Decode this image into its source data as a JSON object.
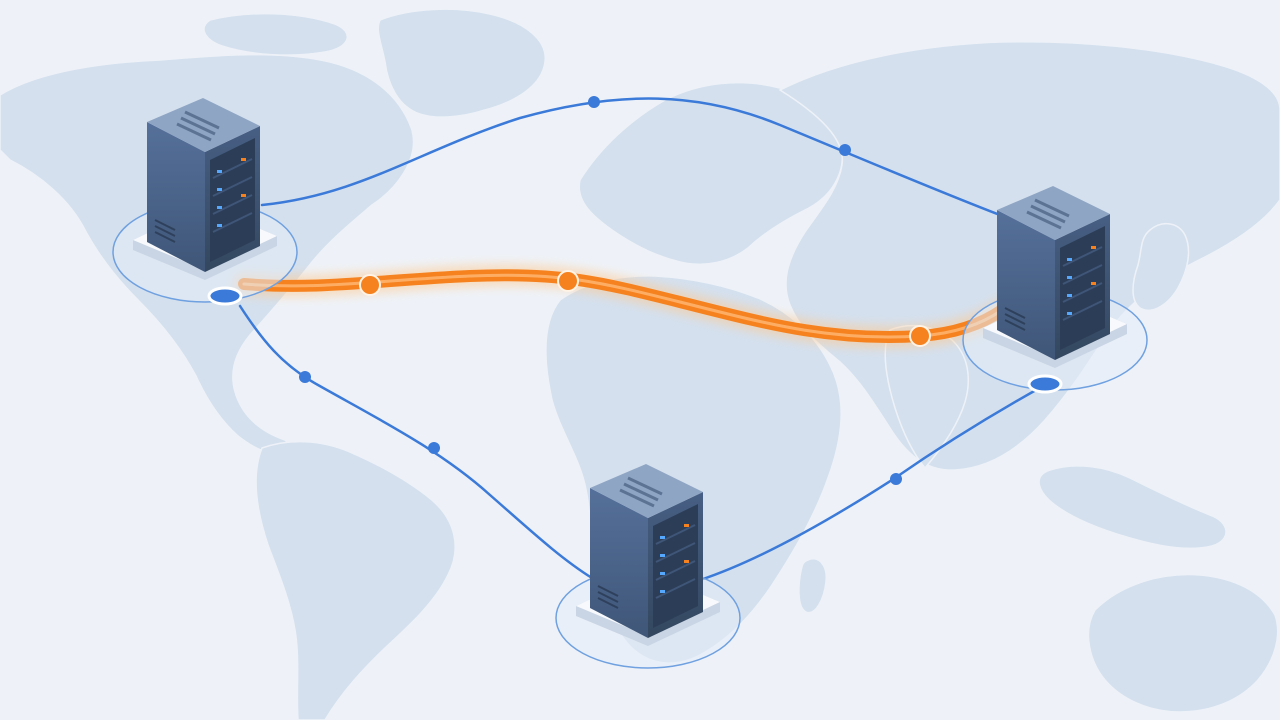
{
  "diagram": {
    "nodes": [
      {
        "id": "north-america",
        "icon": "server-rack-icon"
      },
      {
        "id": "east-asia",
        "icon": "server-rack-icon"
      },
      {
        "id": "southern-africa",
        "icon": "server-rack-icon"
      }
    ],
    "links": [
      {
        "id": "north-america-to-east-asia-north",
        "from": "north-america",
        "to": "east-asia",
        "state": "normal",
        "waypoints": 2
      },
      {
        "id": "north-america-to-east-asia-active",
        "from": "north-america",
        "to": "east-asia",
        "state": "active",
        "waypoints": 3
      },
      {
        "id": "north-america-to-southern-africa",
        "from": "north-america",
        "to": "southern-africa",
        "state": "normal",
        "waypoints": 2
      },
      {
        "id": "southern-africa-to-east-asia",
        "from": "southern-africa",
        "to": "east-asia",
        "state": "normal",
        "waypoints": 1
      }
    ]
  },
  "colors": {
    "background": "#eef2f8",
    "land": "#d4e0ee",
    "land_border": "#eef2f8",
    "link_normal": "#3b7ad8",
    "link_active": "#f5821f",
    "link_active_glow": "#ffc98f",
    "server_front": "#4a6388",
    "server_side": "#3a4f6f",
    "server_top": "#8fa5c4",
    "server_panel": "#2c3d57",
    "led_blue": "#56a8ff",
    "led_orange": "#f5821f",
    "base_top": "#f7f9fc",
    "base_side": "#c9d5e4",
    "halo_ring": "#6fa0e0"
  }
}
